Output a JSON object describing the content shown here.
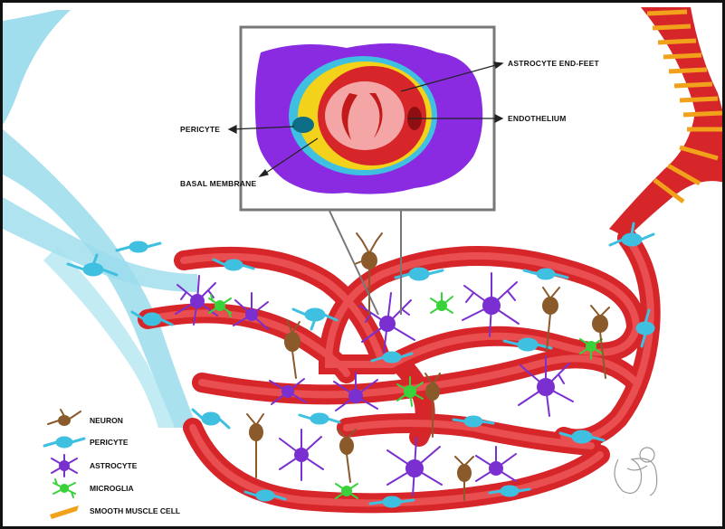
{
  "inset": {
    "labels": {
      "astrocyte_end_feet": "ASTROCYTE END-FEET",
      "endothelium": "ENDOTHELIUM",
      "pericyte": "PERICYTE",
      "basal_membrane": "BASAL MEMBRANE"
    }
  },
  "legend": {
    "items": [
      {
        "label": "NEURON",
        "icon": "neuron-icon",
        "color": "#8a5a2b"
      },
      {
        "label": "PERICYTE",
        "icon": "pericyte-icon",
        "color": "#3fc0e0"
      },
      {
        "label": "ASTROCYTE",
        "icon": "astrocyte-icon",
        "color": "#7a2fd0"
      },
      {
        "label": "MICROGLIA",
        "icon": "microglia-icon",
        "color": "#3ad23a"
      },
      {
        "label": "SMOOTH MUSCLE CELL",
        "icon": "smooth-muscle-cell-icon",
        "color": "#f2a21a"
      }
    ]
  },
  "colors": {
    "vessel": "#d7262a",
    "vessel_light": "#f07070",
    "pericyte": "#3fc0e0",
    "astrocyte": "#7a2fd0",
    "microglia": "#3ad23a",
    "neuron": "#8a5a2b",
    "smooth_muscle": "#f2a21a",
    "basal_membrane": "#f2d21a"
  }
}
